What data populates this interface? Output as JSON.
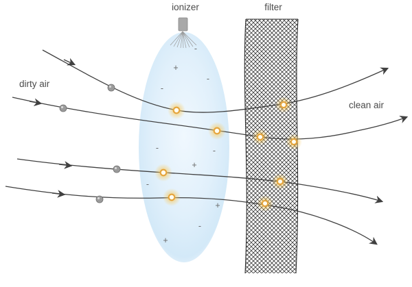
{
  "labels": {
    "ionizer": "ionizer",
    "filter": "filter",
    "dirty_air": "dirty air",
    "clean_air": "clean air"
  },
  "charges": [
    {
      "symbol": "-"
    },
    {
      "symbol": "+"
    },
    {
      "symbol": "-"
    },
    {
      "symbol": "-"
    },
    {
      "symbol": "-"
    },
    {
      "symbol": "-"
    },
    {
      "symbol": "+"
    },
    {
      "symbol": "-"
    },
    {
      "symbol": "+"
    },
    {
      "symbol": "-"
    },
    {
      "symbol": "+"
    }
  ],
  "colors": {
    "flow_line": "#404040",
    "label_text": "#4a4a4a",
    "charge_text": "#6a6a6a",
    "filter_mesh": "#3a3a3a",
    "field_blue": "#d9ecfa",
    "dirty_particle": "#9b9b9b",
    "charged_particle_ring": "#e5a43c",
    "charged_particle_glow": "#f7c85a"
  },
  "icons": {
    "ionizer_nozzle": "spray-nozzle",
    "dirty_particle": "gray-sphere",
    "charged_particle": "glowing-ring",
    "flow_arrow": "arrowhead"
  },
  "counts": {
    "flow_lines": 4,
    "dirty_particles": 4,
    "charged_particles_in_field": 4,
    "charged_particles_on_filter": 5
  }
}
